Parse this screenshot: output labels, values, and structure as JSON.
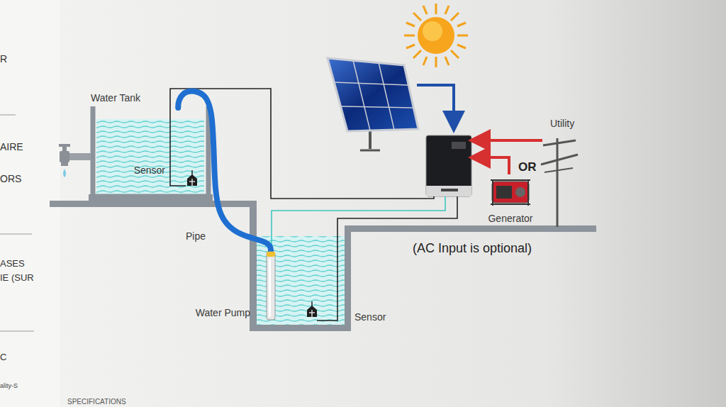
{
  "diagram": {
    "nodes": [
      {
        "text": [
          "Water Tank"
        ]
      },
      {
        "text": [
          "Sensor"
        ],
        "in": 0
      },
      {
        "text": [
          "Water Pump"
        ]
      },
      {
        "text": [
          "Sensor"
        ]
      },
      {
        "text": [
          "Generator"
        ]
      },
      {
        "text": [
          "Utility"
        ]
      }
    ],
    "edges": [
      {
        "from": 2,
        "to": 0,
        "label": "Pipe",
        "arrow": "none"
      }
    ],
    "labels": [
      "OR",
      "(AC Input is optional)",
      "R",
      "AIRE",
      "ORS",
      "ASES",
      "IE (SUR",
      "C",
      "ality-S",
      "SPECIFICATIONS"
    ]
  }
}
